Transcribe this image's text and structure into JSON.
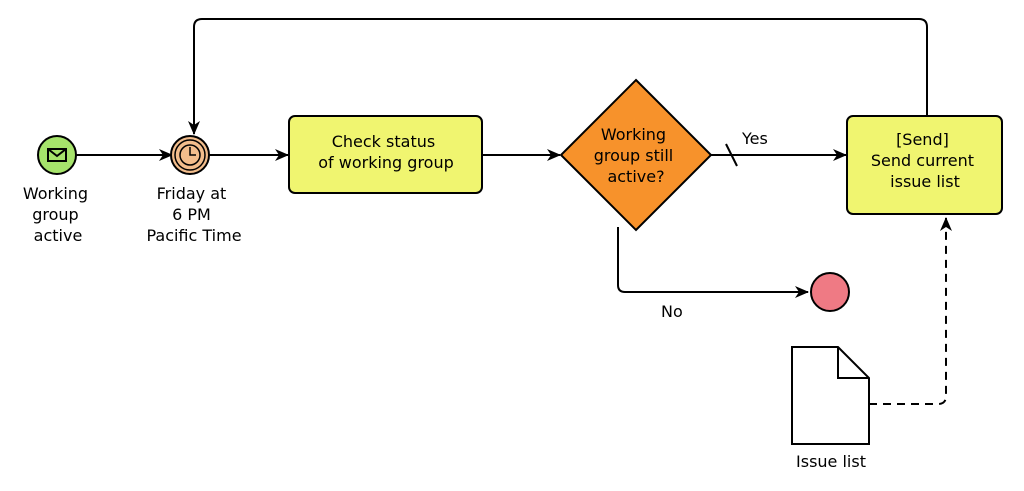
{
  "colors": {
    "start_event_fill": "#a6e36b",
    "timer_event_fill": "#f2bd8c",
    "task_fill": "#f0f570",
    "gateway_fill": "#f7922b",
    "end_event_fill": "#ef7a84",
    "stroke": "#000000"
  },
  "start_event": {
    "icon": "envelope-icon",
    "label_lines": [
      "Working",
      "group",
      "active"
    ]
  },
  "timer_event": {
    "icon": "clock-icon",
    "label_lines": [
      "Friday at",
      "6 PM",
      "Pacific Time"
    ]
  },
  "task_check": {
    "label_lines": [
      "Check status",
      "of working group"
    ]
  },
  "gateway": {
    "label_lines": [
      "Working",
      "group still",
      "active?"
    ]
  },
  "task_send": {
    "label_lines": [
      "[Send]",
      "Send current",
      "issue list"
    ]
  },
  "flows": {
    "yes_label": "Yes",
    "no_label": "No"
  },
  "data_object": {
    "label": "Issue list"
  }
}
